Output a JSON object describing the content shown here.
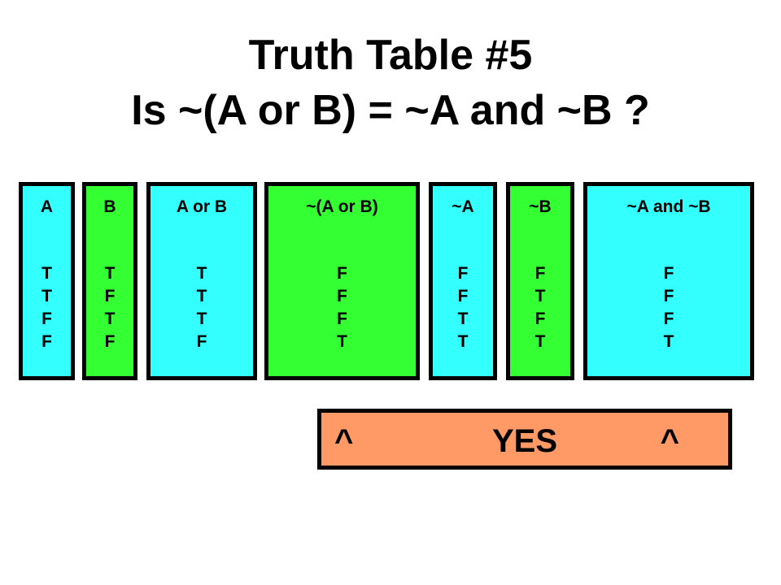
{
  "title": {
    "line1": "Truth Table #5",
    "line2": "Is ~(A or B) = ~A and ~B ?"
  },
  "columns": [
    {
      "header": "A",
      "values": [
        "T",
        "T",
        "F",
        "F"
      ],
      "color": "#33ffff"
    },
    {
      "header": "B",
      "values": [
        "T",
        "F",
        "T",
        "F"
      ],
      "color": "#33ff33"
    },
    {
      "header": "A or B",
      "values": [
        "T",
        "T",
        "T",
        "F"
      ],
      "color": "#33ffff"
    },
    {
      "header": "~(A or B)",
      "values": [
        "F",
        "F",
        "F",
        "T"
      ],
      "color": "#33ff33"
    },
    {
      "header": "~A",
      "values": [
        "F",
        "F",
        "T",
        "T"
      ],
      "color": "#33ffff"
    },
    {
      "header": "~B",
      "values": [
        "F",
        "T",
        "F",
        "T"
      ],
      "color": "#33ff33"
    },
    {
      "header": "~A and ~B",
      "values": [
        "F",
        "F",
        "F",
        "T"
      ],
      "color": "#33ffff"
    }
  ],
  "banner": {
    "caret_left": "^",
    "text": "YES",
    "caret_right": "^",
    "color": "#ff9966"
  }
}
